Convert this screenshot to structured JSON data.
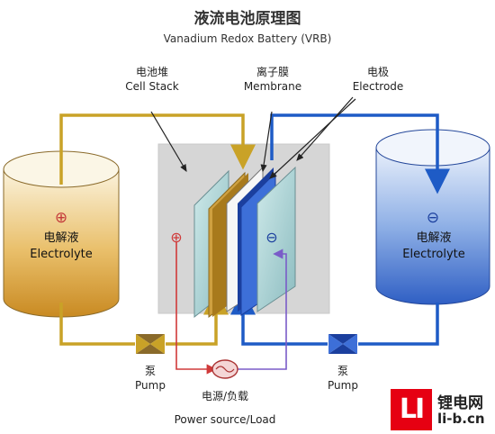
{
  "title": "液流电池原理图",
  "subtitle": "Vanadium Redox Battery (VRB)",
  "cell_stack": {
    "cn": "电池堆",
    "en": "Cell Stack"
  },
  "membrane": {
    "cn": "离子膜",
    "en": "Membrane"
  },
  "electrode": {
    "cn": "电极",
    "en": "Electrode"
  },
  "left_tank": {
    "cn": "电解液",
    "en": "Electrolyte",
    "sign": "⊕"
  },
  "right_tank": {
    "cn": "电解液",
    "en": "Electrolyte",
    "sign": "⊖"
  },
  "left_pump": {
    "cn": "泵",
    "en": "Pump"
  },
  "right_pump": {
    "cn": "泵",
    "en": "Pump"
  },
  "load": {
    "cn": "电源/负载",
    "en": "Power source/Load"
  },
  "stack_plus": "⊕",
  "stack_minus": "⊖",
  "brand": {
    "logo": "LI",
    "cn": "锂电网",
    "url": "li-b.cn"
  },
  "colors": {
    "positive_pipe": "#c9a227",
    "negative_pipe": "#1e5bc6",
    "load_wire": "#d03a3a",
    "load_wire_neg": "#7a5cc8",
    "pump": "#3a4a5a"
  }
}
